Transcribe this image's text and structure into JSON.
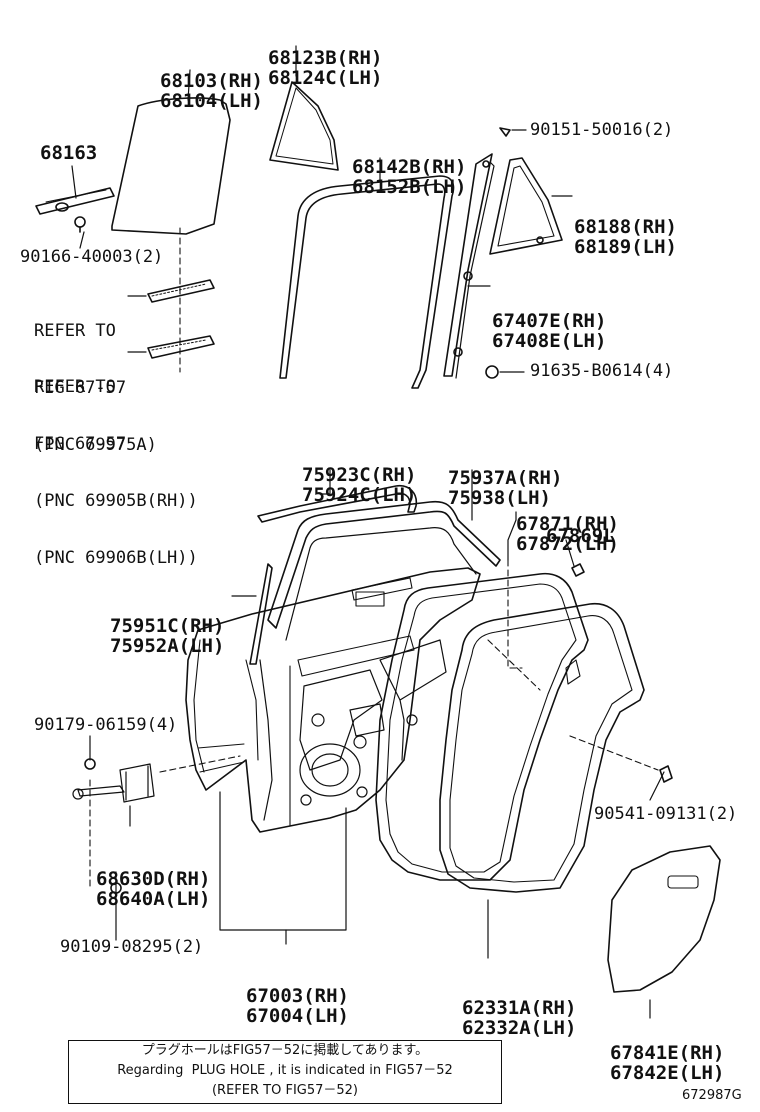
{
  "labels": {
    "p68123": [
      "68123B(RH)",
      "68124C(LH)"
    ],
    "p68103": [
      "68103(RH)",
      "68104(LH)"
    ],
    "p68163": "68163",
    "p68142": [
      "68142B(RH)",
      "68152B(LH)"
    ],
    "p90151": "90151-50016(2)",
    "p68188": [
      "68188(RH)",
      "68189(LH)"
    ],
    "p67407": [
      "67407E(RH)",
      "67408E(LH)"
    ],
    "p90166": "90166-40003(2)",
    "refer1": [
      "REFER TO",
      "FIG 67-57",
      "(PNC 69975A)"
    ],
    "refer2": [
      "REFER TO",
      "FIG 67-57",
      "(PNC 69905B(RH))",
      "(PNC 69906B(LH))"
    ],
    "p91635": "91635-B0614(4)",
    "p75923": [
      "75923C(RH)",
      "75924C(LH)"
    ],
    "p75937": [
      "75937A(RH)",
      "75938(LH)"
    ],
    "p67871": [
      "67871(RH)",
      "67872(LH)"
    ],
    "p67869": "67869L",
    "p75951": [
      "75951C(RH)",
      "75952A(LH)"
    ],
    "p90179": "90179-06159(4)",
    "p90541": "90541-09131(2)",
    "p68630": [
      "68630D(RH)",
      "68640A(LH)"
    ],
    "p90109": "90109-08295(2)",
    "p67003": [
      "67003(RH)",
      "67004(LH)"
    ],
    "p62331": [
      "62331A(RH)",
      "62332A(LH)"
    ],
    "p67841": [
      "67841E(RH)",
      "67842E(LH)"
    ]
  },
  "note": [
    "プラグホールはFIG57－52に掲載してあります。",
    "Regarding  PLUG HOLE , it is indicated in FIG57－52",
    "(REFER TO FIG57－52)"
  ],
  "figure_code": "672987G"
}
